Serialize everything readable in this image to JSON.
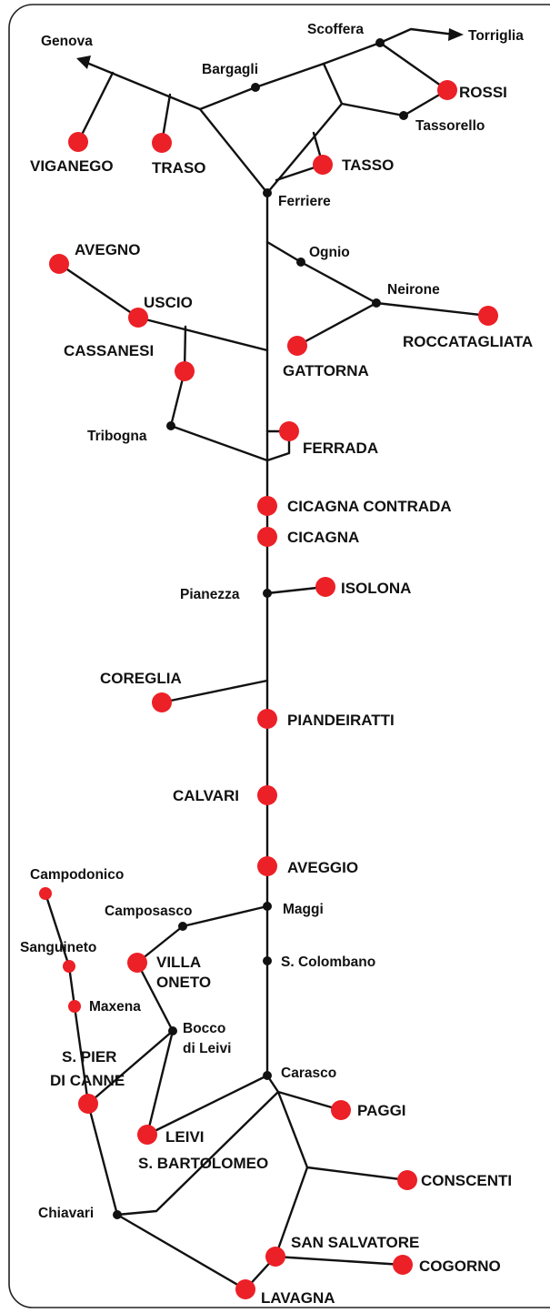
{
  "colors": {
    "stop": "#ec2027",
    "road": "#111111",
    "junction": "#111111",
    "background": "#ffffff"
  },
  "directions": {
    "genova": "Genova",
    "torriglia": "Torriglia"
  },
  "stops": {
    "viganego": "VIGANEGO",
    "traso": "TRASO",
    "tasso": "TASSO",
    "rossi": "ROSSI",
    "avegno": "AVEGNO",
    "uscio": "USCIO",
    "cassanesi": "CASSANESI",
    "gattorna": "GATTORNA",
    "roccatagliata": "ROCCATAGLIATA",
    "ferrada": "FERRADA",
    "cicagna_contrada": "CICAGNA CONTRADA",
    "cicagna": "CICAGNA",
    "isolona": "ISOLONA",
    "coreglia": "COREGLIA",
    "piandeiratti": "PIANDEIRATTI",
    "calvari": "CALVARI",
    "aveggio": "AVEGGIO",
    "villa_oneto_1": "VILLA",
    "villa_oneto_2": "ONETO",
    "s_pier_1": "S. PIER",
    "s_pier_2": "DI CANNE",
    "leivi": "LEIVI",
    "s_bartolomeo": "S. BARTOLOMEO",
    "paggi": "PAGGI",
    "conscenti": "CONSCENTI",
    "san_salvatore": "SAN SALVATORE",
    "cogorno": "COGORNO",
    "lavagna": "LAVAGNA"
  },
  "places": {
    "scoffera": "Scoffera",
    "bargagli": "Bargagli",
    "tassorello": "Tassorello",
    "ferriere": "Ferriere",
    "ognio": "Ognio",
    "neirone": "Neirone",
    "tribogna": "Tribogna",
    "pianezza": "Pianezza",
    "campodonico": "Campodonico",
    "camposasco": "Camposasco",
    "maggi": "Maggi",
    "sanguineto": "Sanguineto",
    "maxena": "Maxena",
    "s_colombano": "S. Colombano",
    "bocco_1": "Bocco",
    "bocco_2": "di Leivi",
    "carasco": "Carasco",
    "chiavari": "Chiavari"
  }
}
